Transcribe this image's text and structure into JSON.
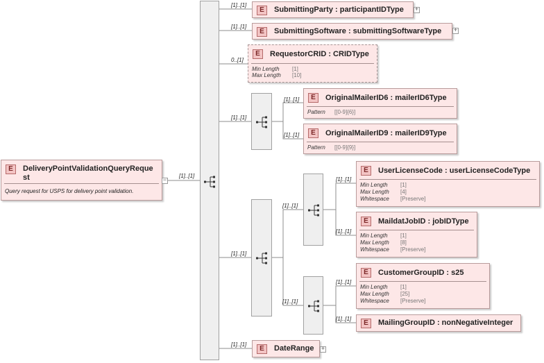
{
  "root": {
    "icon": "E",
    "name_line1": "DeliveryPointValidationQueryReque",
    "name_line2": "st",
    "doc": "Query request for USPS for delivery point validation.",
    "collapse": "−",
    "card": "[1]..[1]"
  },
  "elements": {
    "submitting_party": {
      "icon": "E",
      "name": "SubmittingParty : participantIDType",
      "card": "[1]..[1]",
      "expand": "+"
    },
    "submitting_software": {
      "icon": "E",
      "name": "SubmittingSoftware : submittingSoftwareType",
      "card": "[1]..[1]",
      "expand": "+"
    },
    "requestor_crid": {
      "icon": "E",
      "name": "RequestorCRID : CRIDType",
      "card": "0..[1]",
      "facets": [
        {
          "k": "Min Length",
          "v": "[1]"
        },
        {
          "k": "Max Length",
          "v": "[10]"
        }
      ]
    },
    "choice1_card": "[1]..[1]",
    "original_mailer_id6": {
      "icon": "E",
      "name": "OriginalMailerID6 : mailerID6Type",
      "card": "[1]..[1]",
      "facets": [
        {
          "k": "Pattern",
          "v": "[[0-9]{6}]"
        }
      ]
    },
    "original_mailer_id9": {
      "icon": "E",
      "name": "OriginalMailerID9 : mailerID9Type",
      "card": "[1]..[1]",
      "facets": [
        {
          "k": "Pattern",
          "v": "[[0-9]{9}]"
        }
      ]
    },
    "choice2_card": "[1]..[1]",
    "seq_a_card": "[1]..[1]",
    "user_license_code": {
      "icon": "E",
      "name": "UserLicenseCode : userLicenseCodeType",
      "card": "[1]..[1]",
      "facets": [
        {
          "k": "Min Length",
          "v": "[1]"
        },
        {
          "k": "Max Length",
          "v": "[4]"
        },
        {
          "k": "Whitespace",
          "v": "[Preserve]"
        }
      ]
    },
    "maildat_job_id": {
      "icon": "E",
      "name": "MaildatJobID : jobIDType",
      "card": "[1]..[1]",
      "facets": [
        {
          "k": "Min Length",
          "v": "[1]"
        },
        {
          "k": "Max Length",
          "v": "[8]"
        },
        {
          "k": "Whitespace",
          "v": "[Preserve]"
        }
      ]
    },
    "seq_b_card": "[1]..[1]",
    "customer_group_id": {
      "icon": "E",
      "name": "CustomerGroupID : s25",
      "card": "[1]..[1]",
      "facets": [
        {
          "k": "Min Length",
          "v": "[1]"
        },
        {
          "k": "Max Length",
          "v": "[25]"
        },
        {
          "k": "Whitespace",
          "v": "[Preserve]"
        }
      ]
    },
    "mailing_group_id": {
      "icon": "E",
      "name": "MailingGroupID : nonNegativeInteger",
      "card": "[1]..[1]"
    },
    "date_range": {
      "icon": "E",
      "name": "DateRange",
      "card": "[1]..[1]",
      "expand": "+"
    }
  },
  "colors": {
    "element_fill": "#fde7e7",
    "element_border": "#b99b9b",
    "compositor_fill": "#efefef",
    "line": "#8c8c8c"
  }
}
